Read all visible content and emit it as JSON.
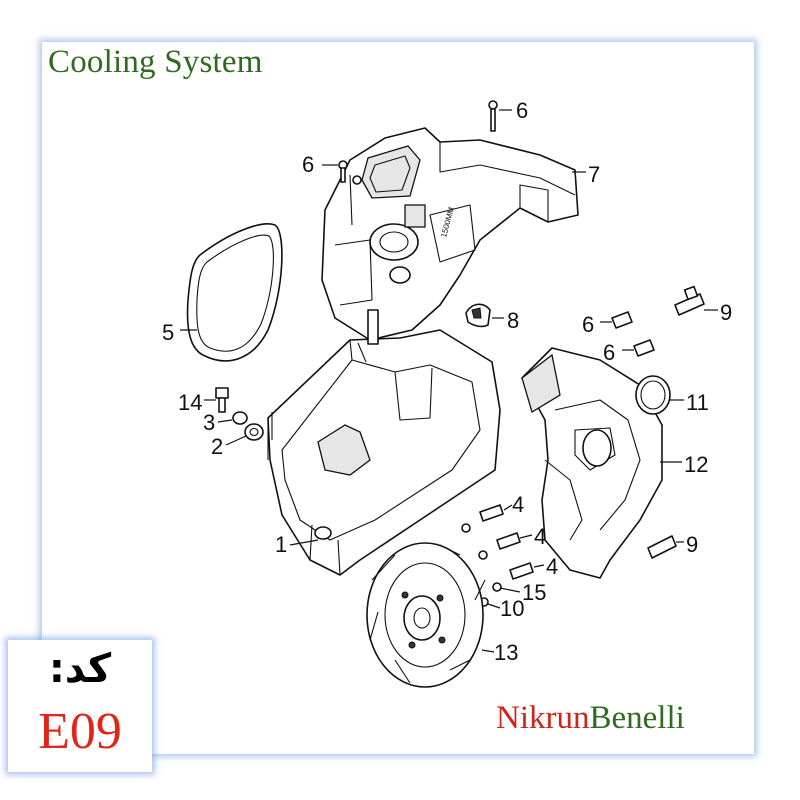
{
  "title": "Cooling System",
  "code": {
    "label": "کد:",
    "value": "E09"
  },
  "brand": {
    "part1": "Nikrun",
    "part2": "Benelli"
  },
  "callouts": [
    "6",
    "6",
    "7",
    "5",
    "8",
    "6",
    "9",
    "6",
    "14",
    "3",
    "2",
    "11",
    "12",
    "4",
    "4",
    "1",
    "9",
    "4",
    "15",
    "10",
    "13"
  ]
}
